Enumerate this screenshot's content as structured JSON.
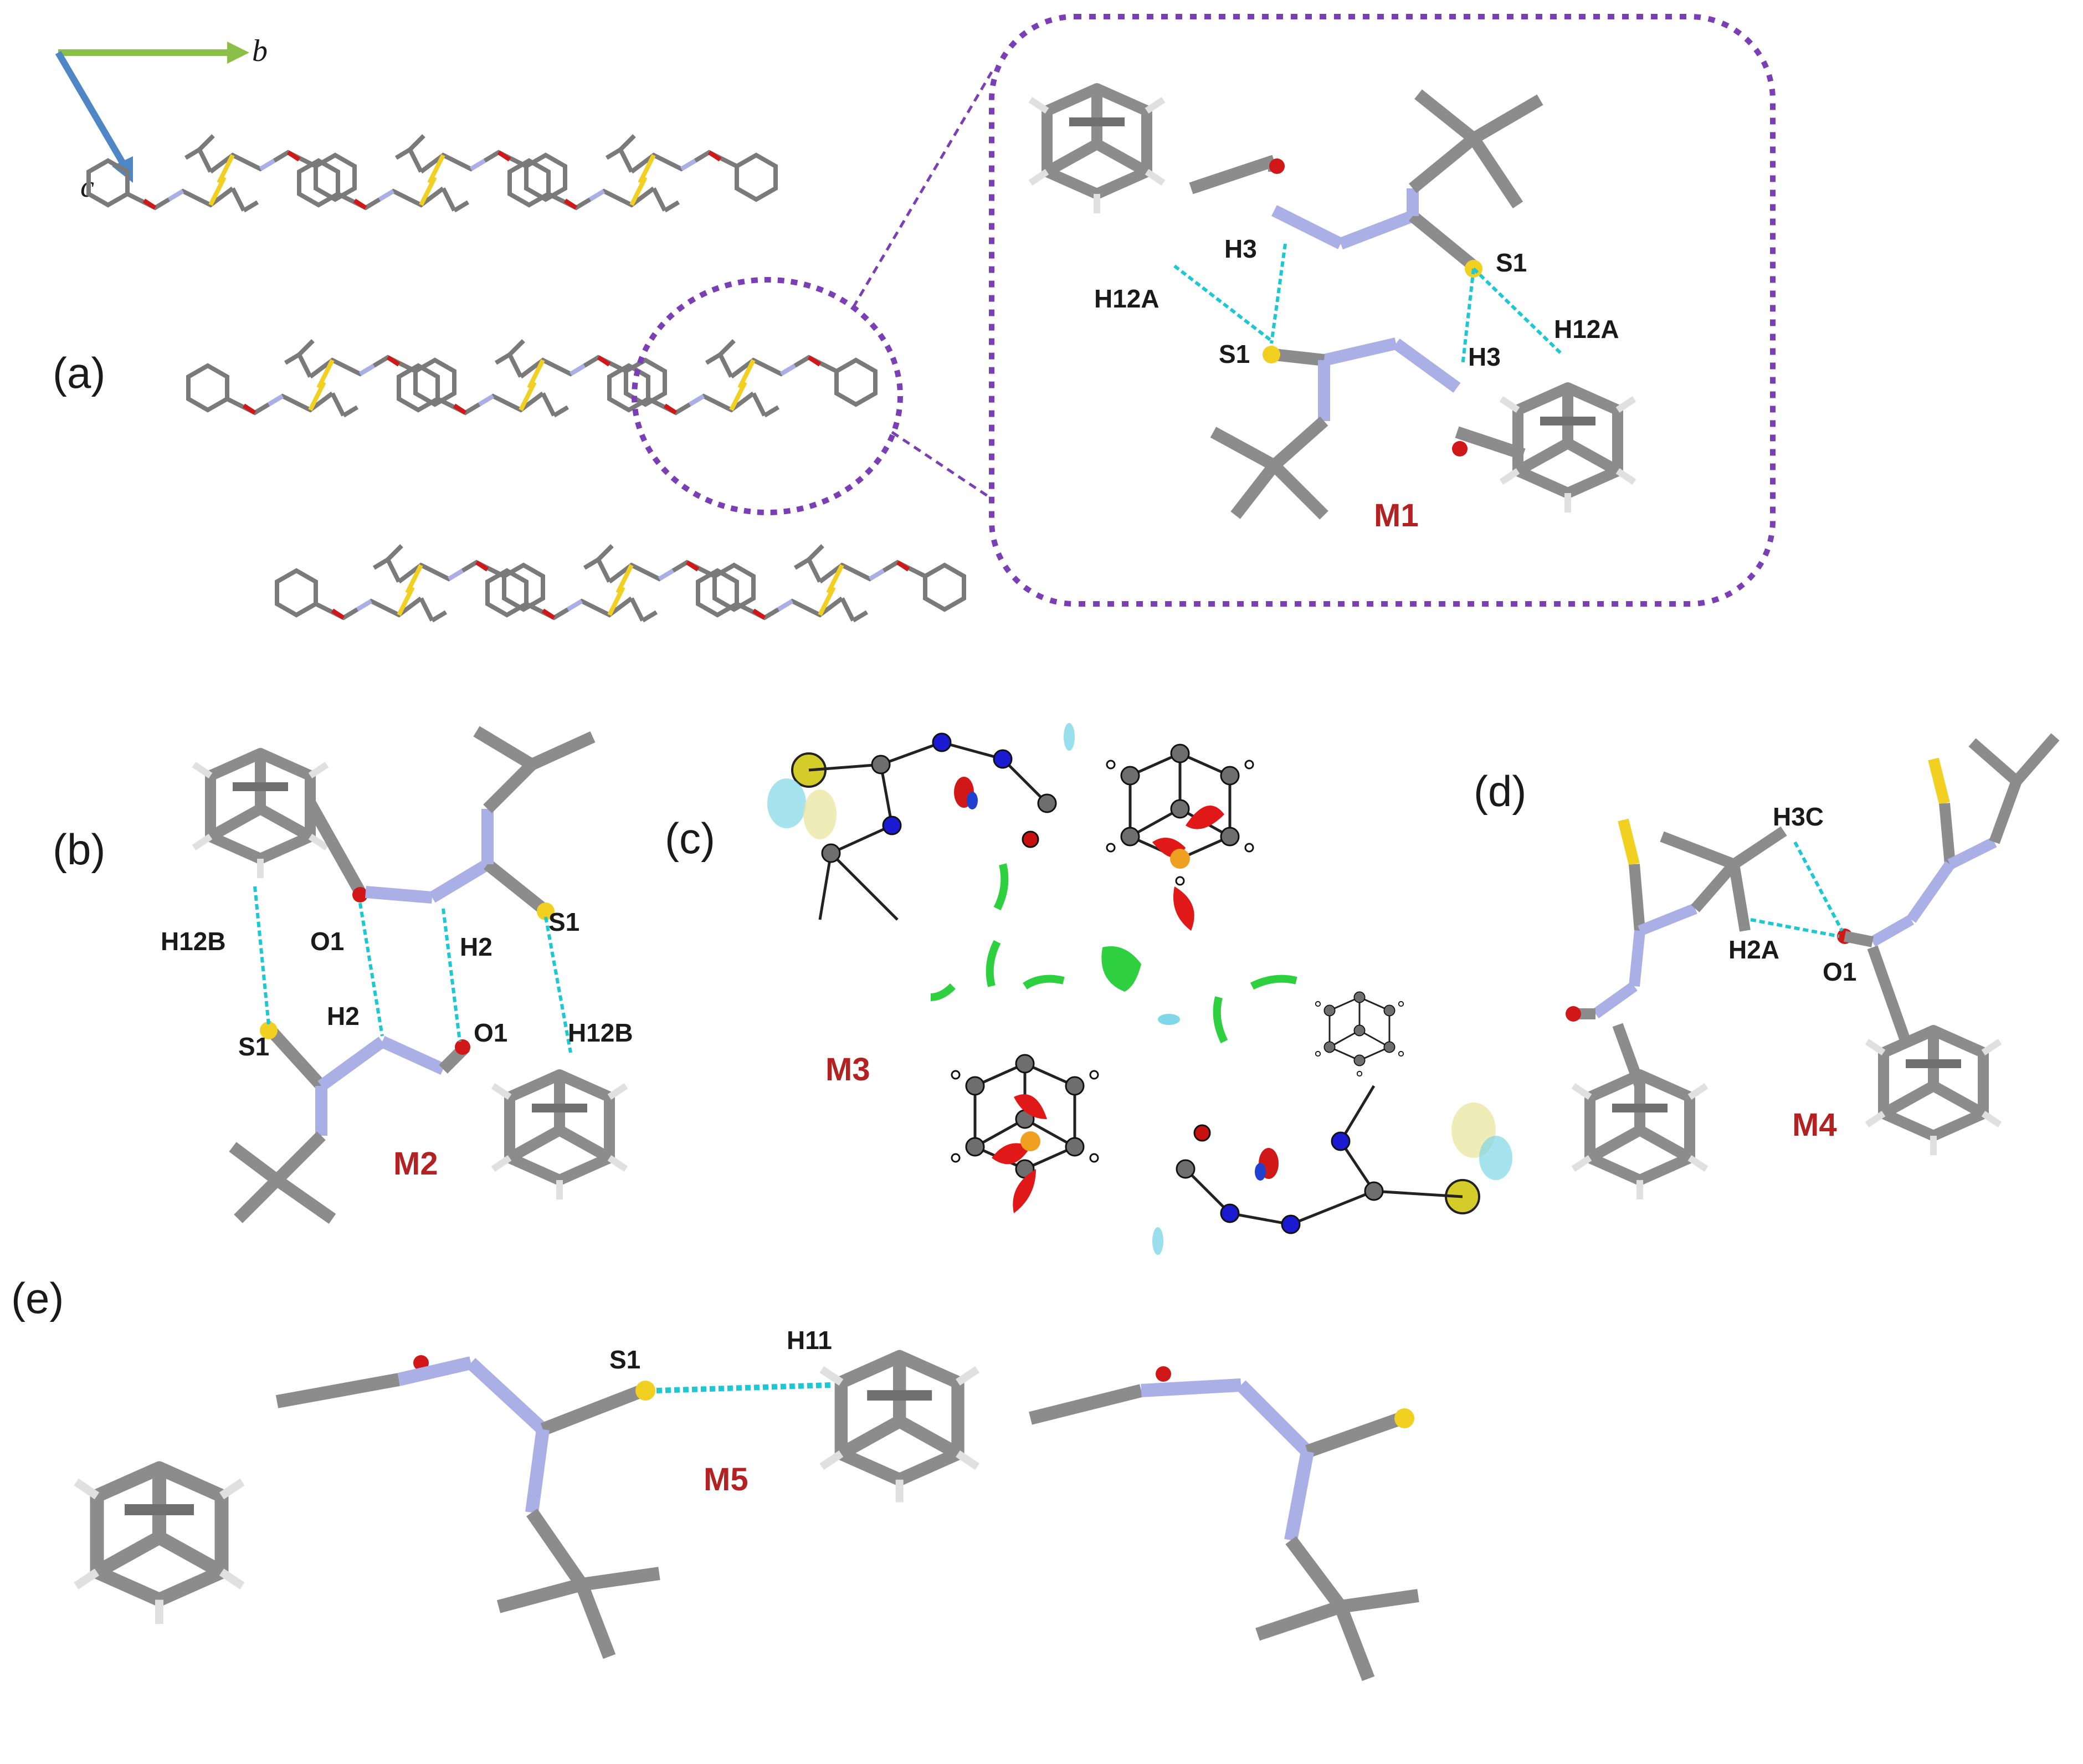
{
  "panels": {
    "a": "(a)",
    "b": "(b)",
    "c": "(c)",
    "d": "(d)",
    "e": "(e)"
  },
  "axes": {
    "b": "b",
    "c": "c"
  },
  "motifs": {
    "m1": "M1",
    "m2": "M2",
    "m3": "M3",
    "m4": "M4",
    "m5": "M5"
  },
  "atom_labels": {
    "m1": {
      "h12a_left": "H12A",
      "h3_top": "H3",
      "s1_right": "S1",
      "h12a_right": "H12A",
      "s1_left": "S1",
      "h3_bottom": "H3"
    },
    "m2": {
      "h12b_top": "H12B",
      "o1_top": "O1",
      "s1_top": "S1",
      "h2_top": "H2",
      "h2_bottom": "H2",
      "o1_bottom": "O1",
      "s1_bottom": "S1",
      "h12b_bottom": "H12B"
    },
    "m4": {
      "h3c": "H3C",
      "h2a": "H2A",
      "o1": "O1"
    },
    "m5": {
      "s1": "S1",
      "h11": "H11"
    }
  },
  "colors": {
    "bond": "#8c8c8c",
    "carbon": "#7a7a7a",
    "hydrogen": "#e6e6e6",
    "nitrogen": "#aab0e6",
    "sulfur": "#f2d021",
    "oxygen": "#d01818",
    "contact": "#1ec8d2",
    "zoom_frame": "#7b3fb5",
    "axis_b": "#8bbf4a",
    "axis_c": "#4f86c6",
    "motif_text": "#b22222"
  }
}
